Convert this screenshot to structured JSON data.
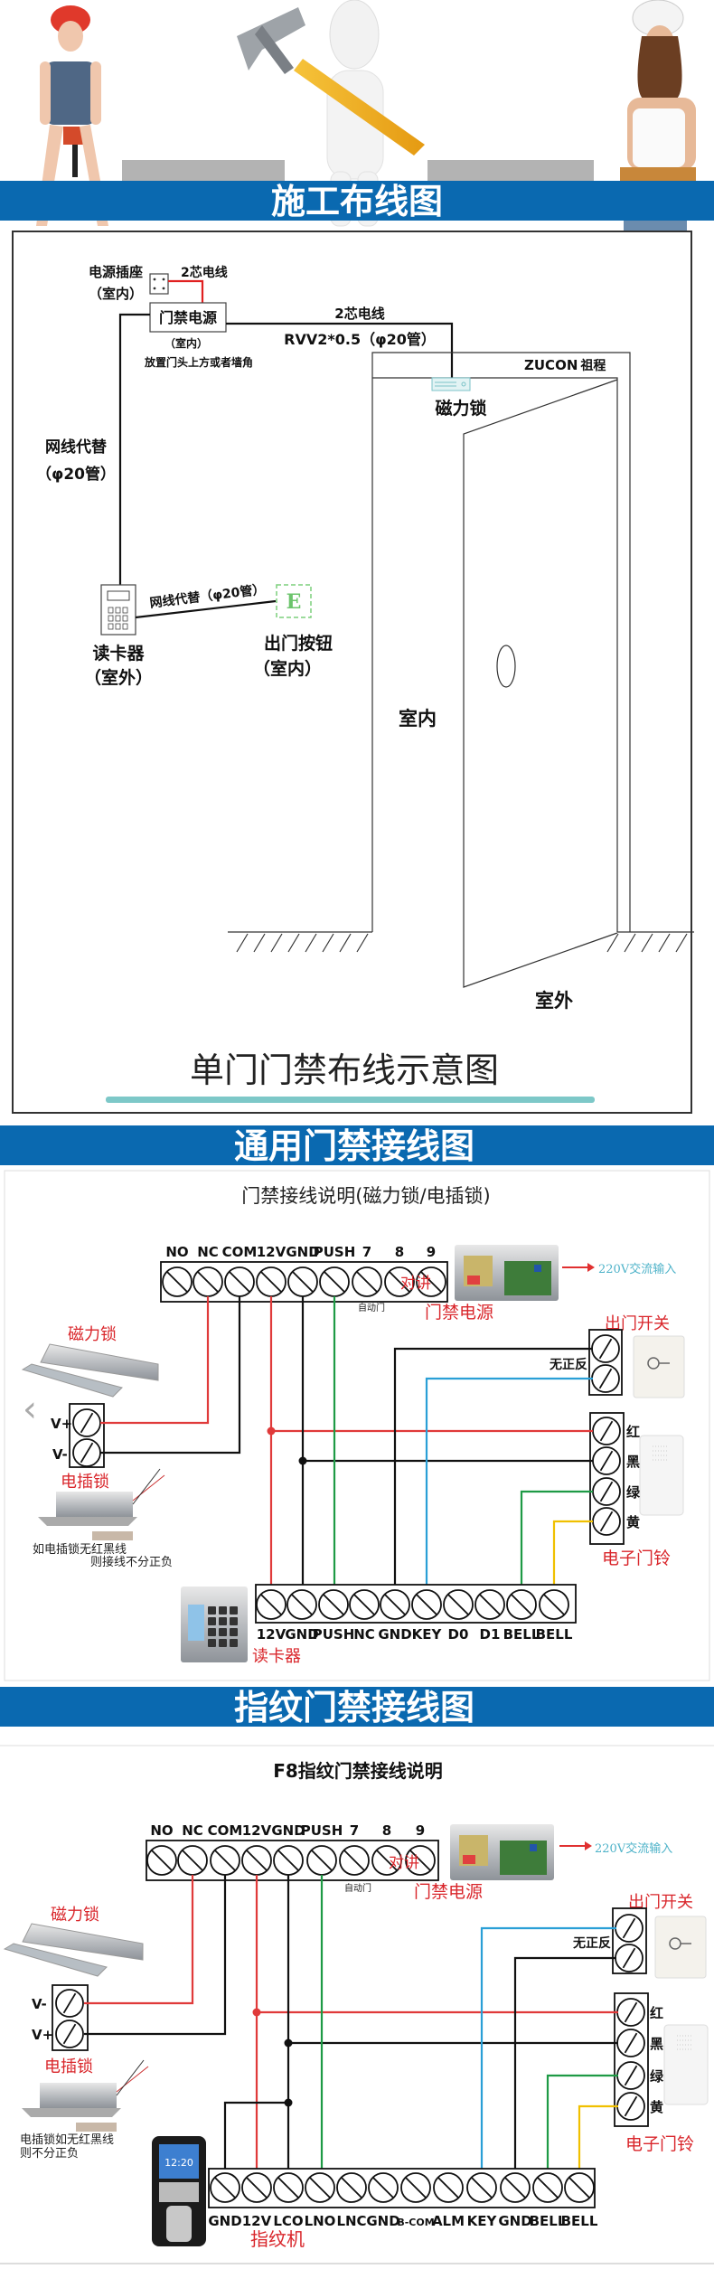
{
  "colors": {
    "banner": "#0a69b0",
    "red_wire": "#e03a3a",
    "green_wire": "#1e9a45",
    "blue_wire": "#2a9fd6",
    "yellow_wire": "#f0c000",
    "accent_teal": "#7dc8c8"
  },
  "section1": {
    "banner": "施工布线图",
    "socket_label": "电源插座",
    "socket_sub": "（室内）",
    "wire_2core_red": "2芯电线",
    "power_box": "门禁电源",
    "power_sub": "（室内）",
    "power_note": "放置门头上方或者墙角",
    "wire_2core": "2芯电线",
    "wire_spec": "RVV2*0.5（φ20管）",
    "brand": "ZUCON",
    "brand_cn": "祖程",
    "maglock": "磁力锁",
    "net_left_1": "网线代替",
    "net_left_2": "（φ20管）",
    "net_diag": "网线代替（φ20管）",
    "exit_btn_glyph": "E",
    "exit_btn": "出门按钮",
    "exit_btn_sub": "（室内）",
    "reader": "读卡器",
    "reader_sub": "（室外）",
    "indoor": "室内",
    "outdoor": "室外",
    "caption": "单门门禁布线示意图"
  },
  "section2": {
    "banner": "通用门禁接线图",
    "subtitle": "门禁接线说明(磁力锁/电插锁)",
    "top_terminals": [
      "NO",
      "NC",
      "COM",
      "12V",
      "GND",
      "PUSH",
      "7",
      "8",
      "9"
    ],
    "intercom": "对讲",
    "auto_door": "自动门",
    "power": "门禁电源",
    "ac_input": "220V交流输入",
    "exit_switch": "出门开关",
    "no_polarity": "无正反",
    "maglock": "磁力锁",
    "v_top": "V+",
    "v_bottom": "V-",
    "strike": "电插锁",
    "strike_note_1": "如电插锁无红黑线",
    "strike_note_2": "则接线不分正负",
    "bell_wires": [
      "红",
      "黑",
      "绿",
      "黄"
    ],
    "bell": "电子门铃",
    "reader_terminals": [
      "12V",
      "GND",
      "PUSH",
      "NC",
      "GND",
      "KEY",
      "D0",
      "D1",
      "BELL",
      "BELL"
    ],
    "reader": "读卡器",
    "carousel_prev": "‹"
  },
  "section3": {
    "banner": "指纹门禁接线图",
    "subtitle": "F8指纹门禁接线说明",
    "top_terminals": [
      "NO",
      "NC",
      "COM",
      "12V",
      "GND",
      "PUSH",
      "7",
      "8",
      "9"
    ],
    "intercom": "对讲",
    "auto_door": "自动门",
    "power": "门禁电源",
    "ac_input": "220V交流输入",
    "exit_switch": "出门开关",
    "no_polarity": "无正反",
    "maglock": "磁力锁",
    "v_top": "V-",
    "v_bottom": "V+",
    "strike": "电插锁",
    "strike_note_1": "电插锁如无红黑线",
    "strike_note_2": "则不分正负",
    "bell_wires": [
      "红",
      "黑",
      "绿",
      "黄"
    ],
    "bell": "电子门铃",
    "device_terminals": [
      "GND",
      "12V",
      "LCO",
      "LNO",
      "LNC",
      "GND",
      "B-COM",
      "ALM",
      "KEY",
      "GND",
      "BELL",
      "BELL"
    ],
    "device": "指纹机",
    "device_screen_time": "12:20"
  }
}
